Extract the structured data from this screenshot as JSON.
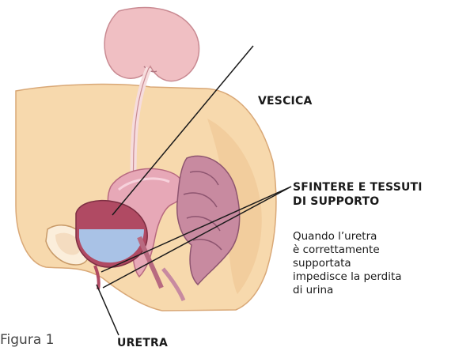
{
  "labels": {
    "vescica": "VESCICA",
    "sfintere_line1": "SFINTERE E TESSUTI",
    "sfintere_line2": "DI SUPPORTO",
    "uretra": "URETRA"
  },
  "description": {
    "line1": "Quando l’uretra",
    "line2": "è correttamente",
    "line3": "supportata",
    "line4": "impedisce la perdita",
    "line5": "di urina"
  },
  "figure_label": "Figura 1",
  "colors": {
    "skin": "#f7d9ad",
    "skin_outline": "#d9a877",
    "kidney": "#f0bfc3",
    "bladder_wall": "#b04a63",
    "urine": "#a9c2e6",
    "colon": "#c88aa0",
    "colon_dark": "#8e5570",
    "leader_line": "#1a1a1a"
  }
}
